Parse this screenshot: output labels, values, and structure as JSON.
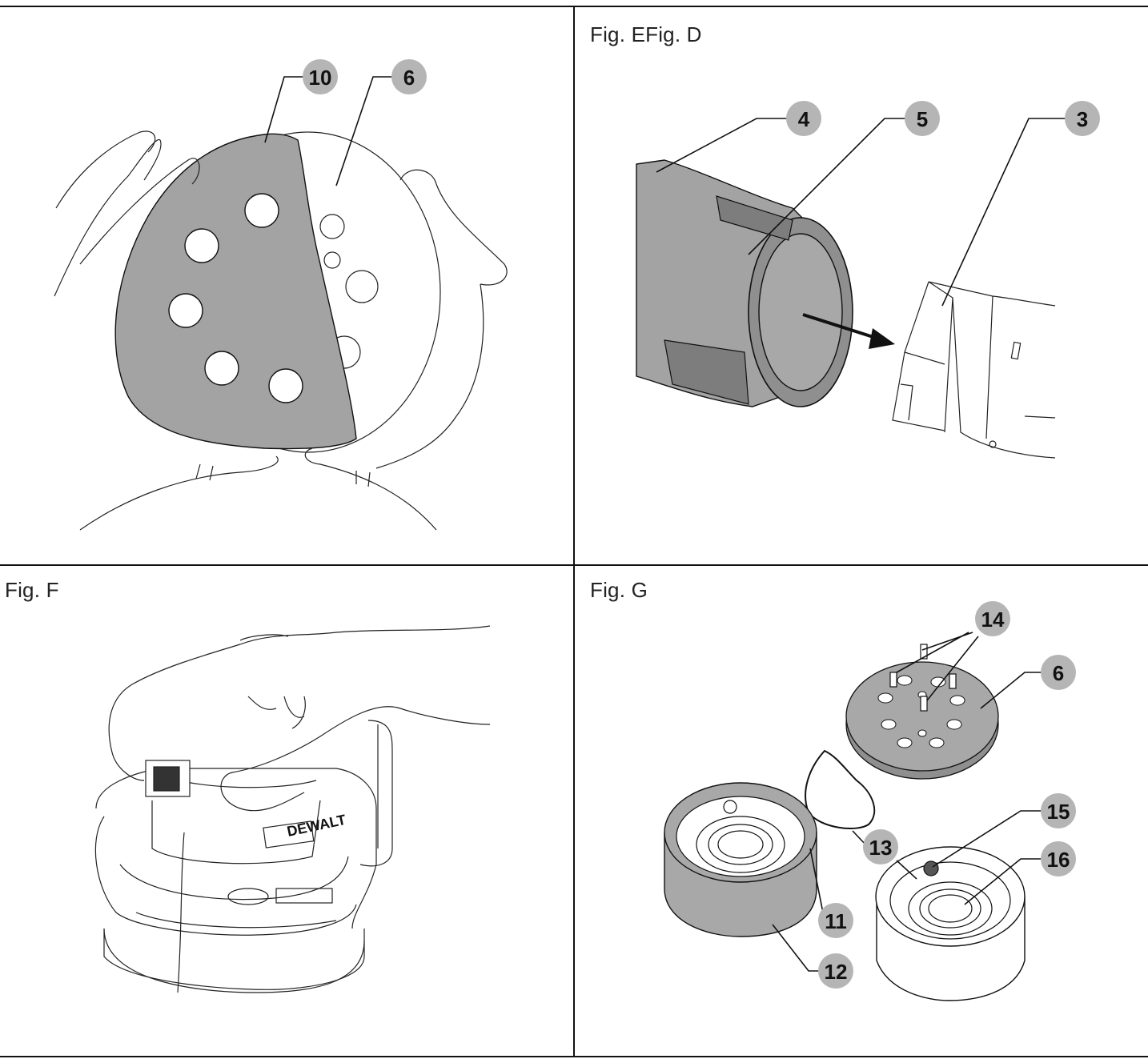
{
  "figures": {
    "top_left": {
      "callouts": [
        "10",
        "6"
      ]
    },
    "top_right": {
      "label": "Fig. EFig. D",
      "callouts": [
        "4",
        "5",
        "3"
      ]
    },
    "bottom_left": {
      "label": "Fig. F",
      "brand_text": "DEWALT"
    },
    "bottom_right": {
      "label": "Fig. G",
      "callouts": [
        "14",
        "6",
        "15",
        "13",
        "16",
        "11",
        "12"
      ]
    }
  },
  "colors": {
    "line": "#111111",
    "callout_fill": "#b5b5b5",
    "part_fill": "#a3a3a3",
    "background": "#ffffff"
  }
}
